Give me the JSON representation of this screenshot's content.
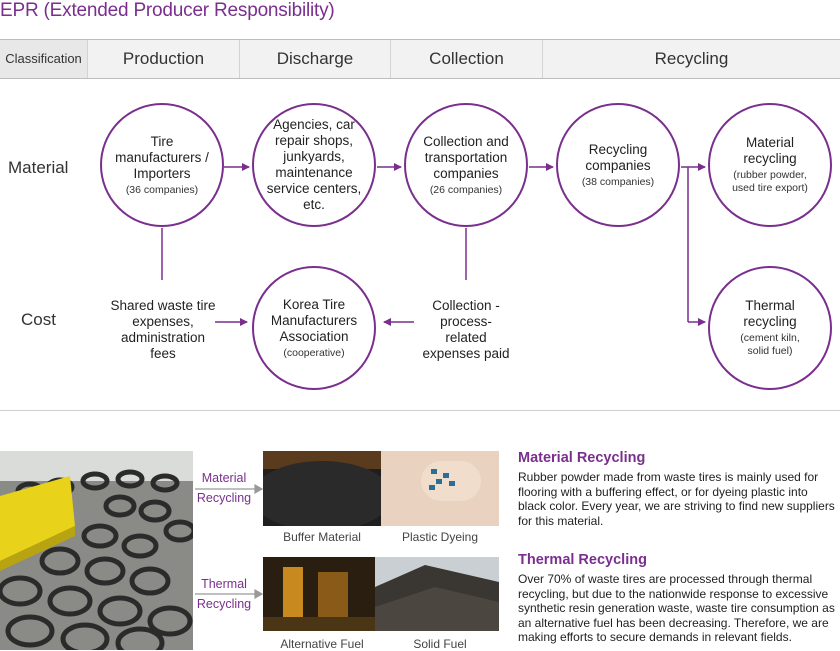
{
  "title": "EPR (Extended Producer Responsibility)",
  "header": {
    "classification": "Classification",
    "production": "Production",
    "discharge": "Discharge",
    "collection": "Collection",
    "recycling": "Recycling"
  },
  "rows": {
    "material": "Material",
    "cost": "Cost"
  },
  "nodes": {
    "tire_manufacturers": {
      "main": "Tire manufacturers / Importers",
      "sub": "(36 companies)"
    },
    "agencies": {
      "main": "Agencies, car repair shops, junkyards, maintenance service centers, etc."
    },
    "collection_companies": {
      "main": "Collection and transportation companies",
      "sub": "(26 companies)"
    },
    "recycling_companies": {
      "main": "Recycling companies",
      "sub": "(38 companies)"
    },
    "material_recycling": {
      "main": "Material recycling",
      "sub": "(rubber powder, used tire export)"
    },
    "thermal_recycling": {
      "main": "Thermal recycling",
      "sub": "(cement kiln, solid fuel)"
    },
    "kta": {
      "main": "Korea Tire Manufacturers Association",
      "sub": "(cooperative)"
    }
  },
  "cost_labels": {
    "shared": "Shared waste tire expenses, administration fees",
    "collection_paid": "Collection - process- related expenses paid"
  },
  "flow": {
    "material_label": "Material Recycling",
    "thermal_label": "Thermal Recycling"
  },
  "captions": {
    "buffer": "Buffer Material",
    "plastic": "Plastic Dyeing",
    "alt_fuel": "Alternative Fuel",
    "solid_fuel": "Solid Fuel"
  },
  "material_section": {
    "title": "Material Recycling",
    "text": "Rubber powder made from waste tires is mainly used for flooring with a buffering effect, or for dyeing plastic into black color. Every year, we are striving to find new suppliers for this material."
  },
  "thermal_section": {
    "title": "Thermal Recycling",
    "text": "Over 70% of waste tires are processed through thermal recycling, but due to the nationwide response to excessive synthetic resin generation waste, waste tire consumption as an alternative fuel has been decreasing. Therefore, we are making efforts to secure demands in relevant fields."
  },
  "colors": {
    "accent": "#7a2f8e",
    "header_bg": "#f2f2f2"
  }
}
